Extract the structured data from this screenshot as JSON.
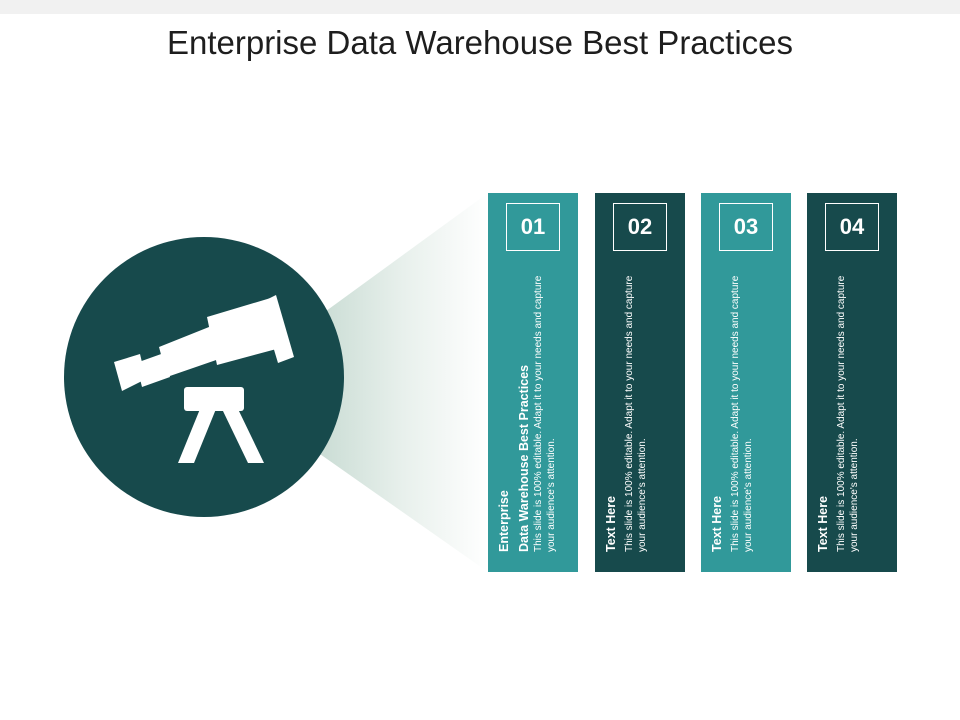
{
  "title": "Enterprise Data Warehouse Best Practices",
  "colors": {
    "teal": "#31999a",
    "dark_teal": "#174a4c",
    "white": "#ffffff"
  },
  "icon": "telescope-icon",
  "cards": [
    {
      "number": "01",
      "heading_line1": "Enterprise",
      "heading_line2": "Data Warehouse Best Practices",
      "body": "This slide is 100% editable. Adapt it to your needs and capture your audience's attention."
    },
    {
      "number": "02",
      "heading": "Text Here",
      "body": "This slide is 100% editable. Adapt it to your needs and capture your audience's attention."
    },
    {
      "number": "03",
      "heading": "Text Here",
      "body": "This slide is 100% editable. Adapt it to your needs and capture your audience's attention."
    },
    {
      "number": "04",
      "heading": "Text Here",
      "body": "This slide is 100% editable. Adapt it to your needs and capture your audience's attention."
    }
  ]
}
